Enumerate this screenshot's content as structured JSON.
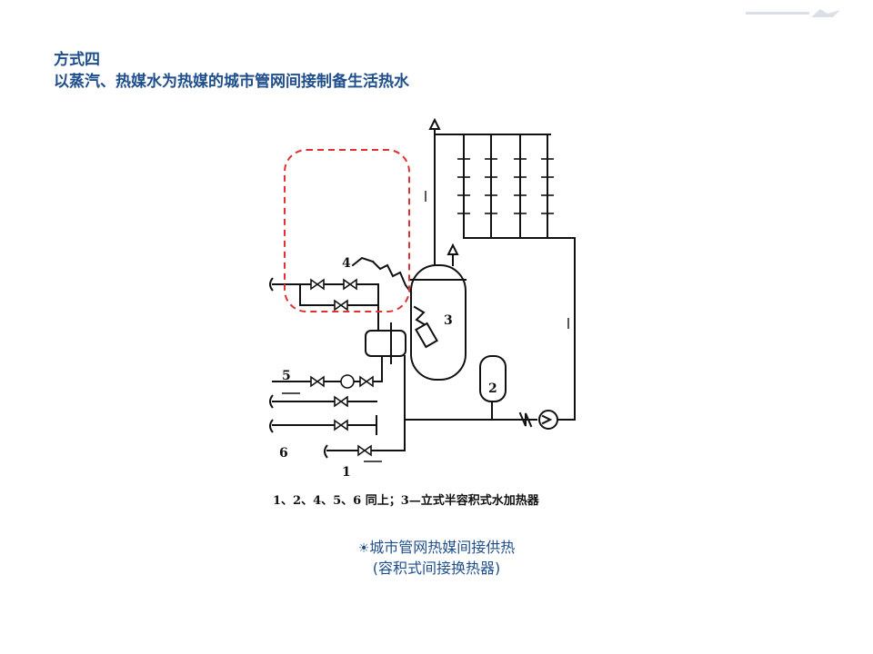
{
  "slide": {
    "title_line1": "方式四",
    "title_line2": "以蒸汽、热媒水为热媒的城市管网间接制备生活热水"
  },
  "diagram": {
    "labels": {
      "l1": "1",
      "l2": "2",
      "l3": "3",
      "l4": "4",
      "l5": "5",
      "l6": "6"
    },
    "caption": "1、2、4、5、6 同上；3—立式半容积式水加热器"
  },
  "description": {
    "icon": "sun-bullet-icon",
    "line1": "城市管网热媒间接供热",
    "line2": "(容积式间接换热器)"
  },
  "colors": {
    "title": "#1f4e8c",
    "highlight": "#e03030",
    "line": "#111111"
  }
}
